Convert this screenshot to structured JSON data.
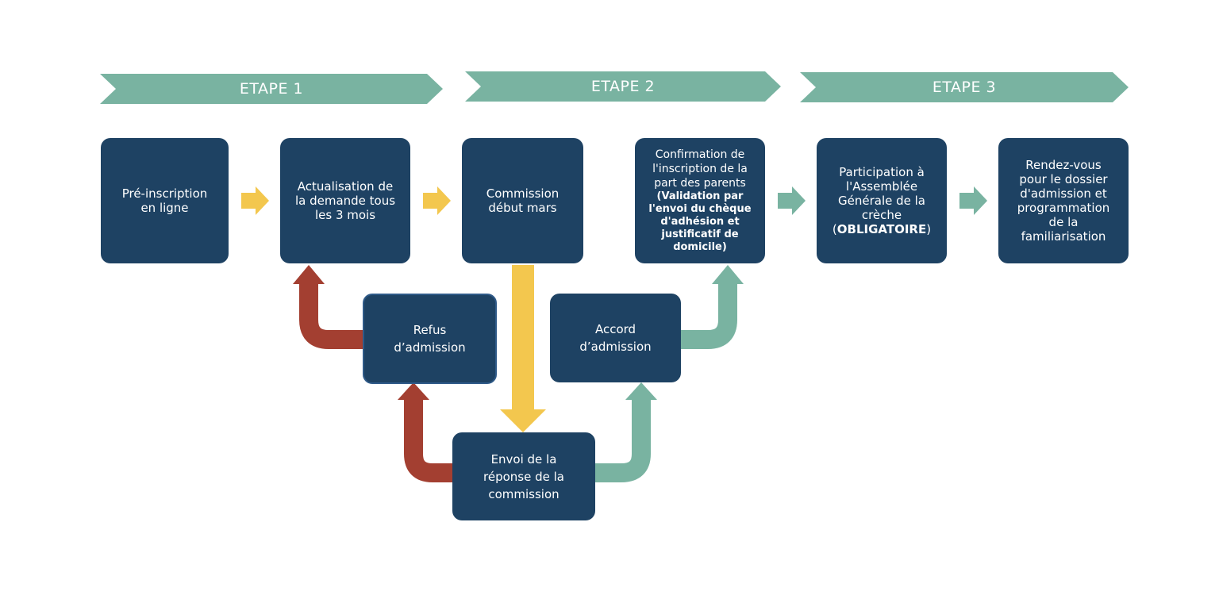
{
  "colors": {
    "banner": "#79b3a1",
    "box": "#1e4263",
    "yellow": "#f3c74e",
    "red": "#a33f31",
    "green": "#79b3a1"
  },
  "stages": [
    {
      "label": "ETAPE 1"
    },
    {
      "label": "ETAPE 2"
    },
    {
      "label": "ETAPE 3"
    }
  ],
  "steps": {
    "preinscription": {
      "line1": "Pré-inscription",
      "line2": "en ligne"
    },
    "actualisation": {
      "line1": "Actualisation de",
      "line2": "la demande tous",
      "line3": "les 3 mois"
    },
    "commission": {
      "line1": "Commission",
      "line2": "début mars"
    },
    "confirmation": {
      "line1": "Confirmation de",
      "line2": "l'inscription de la",
      "line3": "part des parents",
      "detail1": "(Validation par",
      "detail2": "l'envoi du chèque",
      "detail3": "d'adhésion et",
      "detail4": "justificatif de",
      "detail5": "domicile)"
    },
    "participation": {
      "line1": "Participation à",
      "line2": "l'Assemblée",
      "line3": "Générale de la",
      "line4": "crèche",
      "paren_open": "(",
      "mandatory": "OBLIGATOIRE",
      "paren_close": ")"
    },
    "rendezvous": {
      "line1": "Rendez-vous",
      "line2": "pour le dossier",
      "line3": "d'admission et",
      "line4": "programmation",
      "line5": "de la",
      "line6": "familiarisation"
    },
    "refus": {
      "line1": "Refus",
      "line2": "d’admission"
    },
    "accord": {
      "line1": "Accord",
      "line2": "d’admission"
    },
    "envoi": {
      "line1": "Envoi de la",
      "line2": "réponse de la",
      "line3": "commission"
    }
  }
}
